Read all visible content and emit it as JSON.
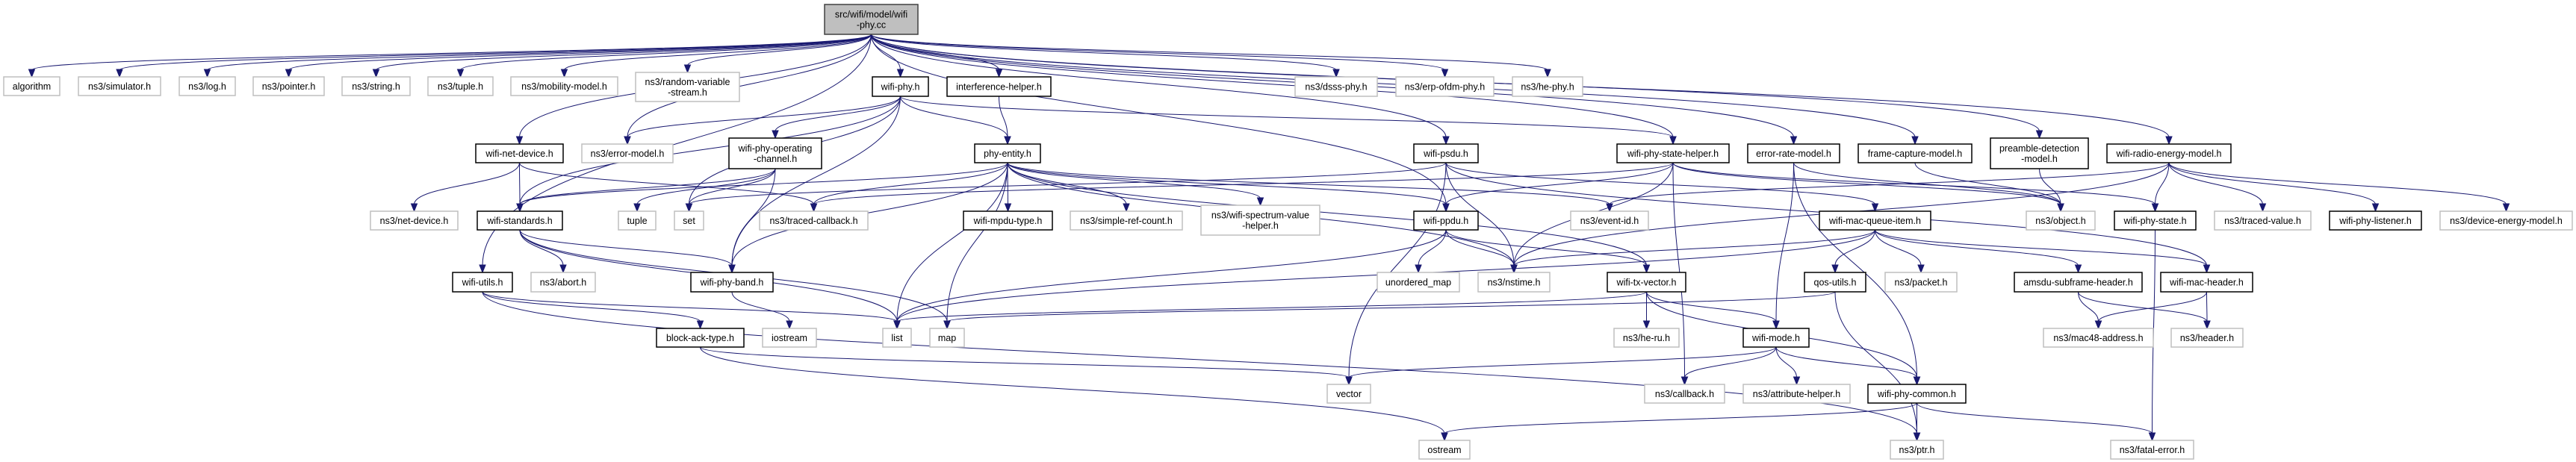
{
  "graph": {
    "edge_color": "#191970",
    "root_fill": "#bfbfbf",
    "nodes": [
      {
        "id": "main",
        "lines": [
          "src/wifi/model/wifi",
          "-phy.cc"
        ],
        "documented": true,
        "root": true
      },
      {
        "id": "algorithm",
        "lines": [
          "algorithm"
        ]
      },
      {
        "id": "simulator",
        "lines": [
          "ns3/simulator.h"
        ]
      },
      {
        "id": "log",
        "lines": [
          "ns3/log.h"
        ]
      },
      {
        "id": "pointer",
        "lines": [
          "ns3/pointer.h"
        ]
      },
      {
        "id": "string",
        "lines": [
          "ns3/string.h"
        ]
      },
      {
        "id": "ns3tuple",
        "lines": [
          "ns3/tuple.h"
        ]
      },
      {
        "id": "mobility",
        "lines": [
          "ns3/mobility-model.h"
        ]
      },
      {
        "id": "rvs",
        "lines": [
          "ns3/random-variable",
          "-stream.h"
        ]
      },
      {
        "id": "wifiphy",
        "lines": [
          "wifi-phy.h"
        ],
        "documented": true
      },
      {
        "id": "interf",
        "lines": [
          "interference-helper.h"
        ],
        "documented": true
      },
      {
        "id": "dsss",
        "lines": [
          "ns3/dsss-phy.h"
        ]
      },
      {
        "id": "erp",
        "lines": [
          "ns3/erp-ofdm-phy.h"
        ]
      },
      {
        "id": "hephy",
        "lines": [
          "ns3/he-phy.h"
        ]
      },
      {
        "id": "netdev",
        "lines": [
          "wifi-net-device.h"
        ],
        "documented": true
      },
      {
        "id": "errmodel",
        "lines": [
          "ns3/error-model.h"
        ]
      },
      {
        "id": "opchan",
        "lines": [
          "wifi-phy-operating",
          "-channel.h"
        ],
        "documented": true
      },
      {
        "id": "phyentity",
        "lines": [
          "phy-entity.h"
        ],
        "documented": true
      },
      {
        "id": "psdu",
        "lines": [
          "wifi-psdu.h"
        ],
        "documented": true
      },
      {
        "id": "statehelper",
        "lines": [
          "wifi-phy-state-helper.h"
        ],
        "documented": true
      },
      {
        "id": "errrate",
        "lines": [
          "error-rate-model.h"
        ],
        "documented": true
      },
      {
        "id": "framecap",
        "lines": [
          "frame-capture-model.h"
        ],
        "documented": true
      },
      {
        "id": "preamble",
        "lines": [
          "preamble-detection",
          "-model.h"
        ],
        "documented": true
      },
      {
        "id": "radioenergy",
        "lines": [
          "wifi-radio-energy-model.h"
        ],
        "documented": true
      },
      {
        "id": "ns3netdev",
        "lines": [
          "ns3/net-device.h"
        ]
      },
      {
        "id": "standards",
        "lines": [
          "wifi-standards.h"
        ],
        "documented": true
      },
      {
        "id": "tuple",
        "lines": [
          "tuple"
        ]
      },
      {
        "id": "set",
        "lines": [
          "set"
        ]
      },
      {
        "id": "tracedcb",
        "lines": [
          "ns3/traced-callback.h"
        ]
      },
      {
        "id": "mpdutype",
        "lines": [
          "wifi-mpdu-type.h"
        ],
        "documented": true
      },
      {
        "id": "simpleref",
        "lines": [
          "ns3/simple-ref-count.h"
        ]
      },
      {
        "id": "spectrum",
        "lines": [
          "ns3/wifi-spectrum-value",
          "-helper.h"
        ]
      },
      {
        "id": "ppdu",
        "lines": [
          "wifi-ppdu.h"
        ],
        "documented": true
      },
      {
        "id": "eventid",
        "lines": [
          "ns3/event-id.h"
        ]
      },
      {
        "id": "queueitem",
        "lines": [
          "wifi-mac-queue-item.h"
        ],
        "documented": true
      },
      {
        "id": "object",
        "lines": [
          "ns3/object.h"
        ]
      },
      {
        "id": "phystate",
        "lines": [
          "wifi-phy-state.h"
        ],
        "documented": true
      },
      {
        "id": "tracedval",
        "lines": [
          "ns3/traced-value.h"
        ]
      },
      {
        "id": "listener",
        "lines": [
          "wifi-phy-listener.h"
        ],
        "documented": true
      },
      {
        "id": "devenergy",
        "lines": [
          "ns3/device-energy-model.h"
        ]
      },
      {
        "id": "utils",
        "lines": [
          "wifi-utils.h"
        ],
        "documented": true
      },
      {
        "id": "abort",
        "lines": [
          "ns3/abort.h"
        ]
      },
      {
        "id": "band",
        "lines": [
          "wifi-phy-band.h"
        ],
        "documented": true
      },
      {
        "id": "umap",
        "lines": [
          "unordered_map"
        ]
      },
      {
        "id": "nstime",
        "lines": [
          "ns3/nstime.h"
        ]
      },
      {
        "id": "txvector",
        "lines": [
          "wifi-tx-vector.h"
        ],
        "documented": true
      },
      {
        "id": "qos",
        "lines": [
          "qos-utils.h"
        ],
        "documented": true
      },
      {
        "id": "packet",
        "lines": [
          "ns3/packet.h"
        ]
      },
      {
        "id": "amsdu",
        "lines": [
          "amsdu-subframe-header.h"
        ],
        "documented": true
      },
      {
        "id": "macheader",
        "lines": [
          "wifi-mac-header.h"
        ],
        "documented": true
      },
      {
        "id": "blockack",
        "lines": [
          "block-ack-type.h"
        ],
        "documented": true
      },
      {
        "id": "iostream",
        "lines": [
          "iostream"
        ]
      },
      {
        "id": "list",
        "lines": [
          "list"
        ]
      },
      {
        "id": "map",
        "lines": [
          "map"
        ]
      },
      {
        "id": "heru",
        "lines": [
          "ns3/he-ru.h"
        ]
      },
      {
        "id": "mode",
        "lines": [
          "wifi-mode.h"
        ],
        "documented": true
      },
      {
        "id": "mac48",
        "lines": [
          "ns3/mac48-address.h"
        ]
      },
      {
        "id": "header",
        "lines": [
          "ns3/header.h"
        ]
      },
      {
        "id": "vector",
        "lines": [
          "vector"
        ]
      },
      {
        "id": "callback",
        "lines": [
          "ns3/callback.h"
        ]
      },
      {
        "id": "attrhelper",
        "lines": [
          "ns3/attribute-helper.h"
        ]
      },
      {
        "id": "common",
        "lines": [
          "wifi-phy-common.h"
        ],
        "documented": true
      },
      {
        "id": "ostream",
        "lines": [
          "ostream"
        ]
      },
      {
        "id": "ptr",
        "lines": [
          "ns3/ptr.h"
        ]
      },
      {
        "id": "fatal",
        "lines": [
          "ns3/fatal-error.h"
        ]
      }
    ],
    "edges": [
      [
        "main",
        "algorithm"
      ],
      [
        "main",
        "simulator"
      ],
      [
        "main",
        "log"
      ],
      [
        "main",
        "pointer"
      ],
      [
        "main",
        "string"
      ],
      [
        "main",
        "ns3tuple"
      ],
      [
        "main",
        "mobility"
      ],
      [
        "main",
        "rvs"
      ],
      [
        "main",
        "wifiphy"
      ],
      [
        "main",
        "interf"
      ],
      [
        "main",
        "dsss"
      ],
      [
        "main",
        "erp"
      ],
      [
        "main",
        "hephy"
      ],
      [
        "main",
        "netdev"
      ],
      [
        "main",
        "errmodel"
      ],
      [
        "main",
        "utils"
      ],
      [
        "main",
        "psdu"
      ],
      [
        "main",
        "statehelper"
      ],
      [
        "main",
        "errrate"
      ],
      [
        "main",
        "framecap"
      ],
      [
        "main",
        "preamble"
      ],
      [
        "main",
        "radioenergy"
      ],
      [
        "main",
        "ppdu"
      ],
      [
        "wifiphy",
        "opchan"
      ],
      [
        "wifiphy",
        "errmodel"
      ],
      [
        "wifiphy",
        "standards"
      ],
      [
        "wifiphy",
        "phyentity"
      ],
      [
        "wifiphy",
        "band"
      ],
      [
        "wifiphy",
        "statehelper"
      ],
      [
        "wifiphy",
        "set"
      ],
      [
        "interf",
        "phyentity"
      ],
      [
        "netdev",
        "ns3netdev"
      ],
      [
        "netdev",
        "standards"
      ],
      [
        "netdev",
        "tracedcb"
      ],
      [
        "opchan",
        "standards"
      ],
      [
        "opchan",
        "tuple"
      ],
      [
        "opchan",
        "set"
      ],
      [
        "opchan",
        "band"
      ],
      [
        "standards",
        "abort"
      ],
      [
        "standards",
        "band"
      ],
      [
        "standards",
        "list"
      ],
      [
        "standards",
        "map"
      ],
      [
        "band",
        "iostream"
      ],
      [
        "utils",
        "blockack"
      ],
      [
        "utils",
        "ptr"
      ],
      [
        "utils",
        "list"
      ],
      [
        "blockack",
        "ostream"
      ],
      [
        "blockack",
        "vector"
      ],
      [
        "phyentity",
        "mpdutype"
      ],
      [
        "phyentity",
        "simpleref"
      ],
      [
        "phyentity",
        "spectrum"
      ],
      [
        "phyentity",
        "ppdu"
      ],
      [
        "phyentity",
        "nstime"
      ],
      [
        "phyentity",
        "list"
      ],
      [
        "phyentity",
        "map"
      ],
      [
        "phyentity",
        "tracedcb"
      ],
      [
        "phyentity",
        "band"
      ],
      [
        "phyentity",
        "eventid"
      ],
      [
        "phyentity",
        "txvector"
      ],
      [
        "phyentity",
        "standards"
      ],
      [
        "psdu",
        "vector"
      ],
      [
        "psdu",
        "nstime"
      ],
      [
        "psdu",
        "queueitem"
      ],
      [
        "psdu",
        "macheader"
      ],
      [
        "psdu",
        "set"
      ],
      [
        "statehelper",
        "ppdu"
      ],
      [
        "statehelper",
        "object"
      ],
      [
        "statehelper",
        "nstime"
      ],
      [
        "statehelper",
        "tracedcb"
      ],
      [
        "statehelper",
        "callback"
      ],
      [
        "statehelper",
        "phystate"
      ],
      [
        "ppdu",
        "umap"
      ],
      [
        "ppdu",
        "nstime"
      ],
      [
        "ppdu",
        "txvector"
      ],
      [
        "ppdu",
        "list"
      ],
      [
        "txvector",
        "heru"
      ],
      [
        "txvector",
        "mode"
      ],
      [
        "txvector",
        "common"
      ],
      [
        "txvector",
        "list"
      ],
      [
        "mode",
        "vector"
      ],
      [
        "mode",
        "callback"
      ],
      [
        "mode",
        "attrhelper"
      ],
      [
        "mode",
        "common"
      ],
      [
        "common",
        "ptr"
      ],
      [
        "common",
        "fatal"
      ],
      [
        "common",
        "ostream"
      ],
      [
        "errrate",
        "mode"
      ],
      [
        "errrate",
        "object"
      ],
      [
        "errrate",
        "common"
      ],
      [
        "framecap",
        "object"
      ],
      [
        "preamble",
        "object"
      ],
      [
        "radioenergy",
        "phystate"
      ],
      [
        "radioenergy",
        "tracedval"
      ],
      [
        "radioenergy",
        "listener"
      ],
      [
        "radioenergy",
        "devenergy"
      ],
      [
        "radioenergy",
        "eventid"
      ],
      [
        "radioenergy",
        "nstime"
      ],
      [
        "queueitem",
        "nstime"
      ],
      [
        "queueitem",
        "qos"
      ],
      [
        "queueitem",
        "packet"
      ],
      [
        "queueitem",
        "amsdu"
      ],
      [
        "queueitem",
        "macheader"
      ],
      [
        "queueitem",
        "list"
      ],
      [
        "qos",
        "map"
      ],
      [
        "qos",
        "ptr"
      ],
      [
        "amsdu",
        "mac48"
      ],
      [
        "amsdu",
        "header"
      ],
      [
        "macheader",
        "mac48"
      ],
      [
        "macheader",
        "header"
      ],
      [
        "phystate",
        "fatal"
      ]
    ]
  }
}
